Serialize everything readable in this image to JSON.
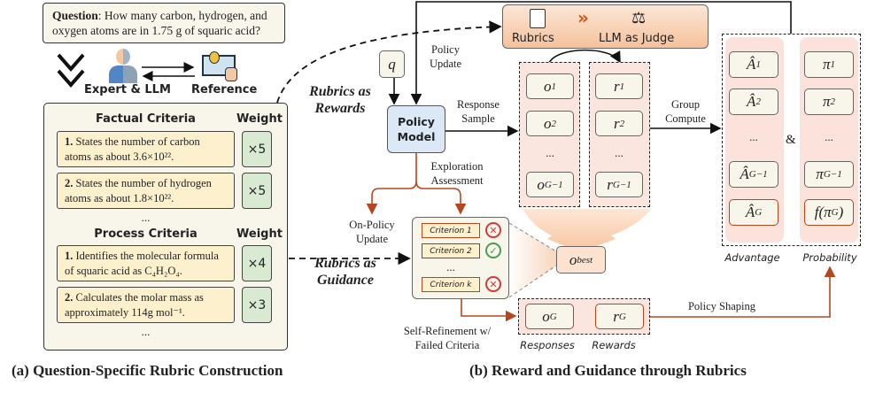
{
  "question": {
    "label": "Question",
    "text": ": How many carbon, hydrogen, and oxygen atoms are in 1.75 g of squaric acid?"
  },
  "construction": {
    "expert_label": "Expert & LLM",
    "reference_label": "Reference"
  },
  "rubric": {
    "factual_title": "Factual Criteria",
    "process_title": "Process Criteria",
    "weight_label": "Weight",
    "ellipsis": "...",
    "factual": [
      {
        "num": "1.",
        "text": "States the number of carbon atoms as about 3.6×10²².",
        "weight": "×5"
      },
      {
        "num": "2.",
        "text": "States the number of hydrogen atoms as about 1.8×10²².",
        "weight": "×5"
      }
    ],
    "process": [
      {
        "num": "1.",
        "text": "Identifies the molecular formula of squaric acid as C₄H₂O₄.",
        "weight": "×4"
      },
      {
        "num": "2.",
        "text": "Calculates the molar mass as approximately 114g mol⁻¹.",
        "weight": "×3"
      }
    ]
  },
  "captions": {
    "a": "(a) Question-Specific Rubric Construction",
    "b": "(b) Reward and Guidance through Rubrics"
  },
  "judge": {
    "rubrics_label": "Rubrics",
    "judge_label": "LLM as Judge"
  },
  "flow": {
    "q": "q",
    "policy_model": "Policy Model",
    "policy_update": "Policy Update",
    "rubrics_as_rewards": "Rubrics as Rewards",
    "rubrics_as_guidance": "Rubrics as Guidance",
    "response_sample": "Response Sample",
    "group_compute": "Group Compute",
    "exploration_assessment": "Exploration Assessment",
    "on_policy_update": "On-Policy Update",
    "self_refinement": "Self-Refinement w/ Failed Criteria",
    "policy_shaping": "Policy Shaping",
    "and": "&"
  },
  "responses": {
    "o": [
      "o",
      "o",
      "...",
      "o"
    ],
    "o_sub": [
      "1",
      "2",
      "",
      "G−1"
    ],
    "r": [
      "r",
      "r",
      "...",
      "r"
    ],
    "r_sub": [
      "1",
      "2",
      "",
      "G−1"
    ]
  },
  "advantage": {
    "label": "Advantage",
    "subs": [
      "1",
      "2",
      "",
      "G−1",
      "G"
    ],
    "sym": "Â"
  },
  "probability": {
    "label": "Probability",
    "subs": [
      "1",
      "2",
      "",
      "G−1"
    ],
    "sym": "π",
    "last": "f(π",
    "last_sub": "G",
    "last_close": ")"
  },
  "criteria_check": {
    "items": [
      {
        "label": "Criterion 1",
        "status": "fail"
      },
      {
        "label": "Criterion 2",
        "status": "pass"
      },
      {
        "label": "Criterion k",
        "status": "fail"
      }
    ],
    "ellipsis": "...",
    "fail_mark": "✕",
    "pass_mark": "✓"
  },
  "best": {
    "sym": "o",
    "sub": "best"
  },
  "guided": {
    "o": "o",
    "r": "r",
    "sub": "G",
    "responses_label": "Responses",
    "rewards_label": "Rewards"
  },
  "colors": {
    "accent_red": "#b5461f",
    "policy_blue": "#dbe8f6",
    "criteria_yellow": "#fdf0cc",
    "weight_green": "#d9ead2",
    "pink_bg": "#fbe6df"
  }
}
